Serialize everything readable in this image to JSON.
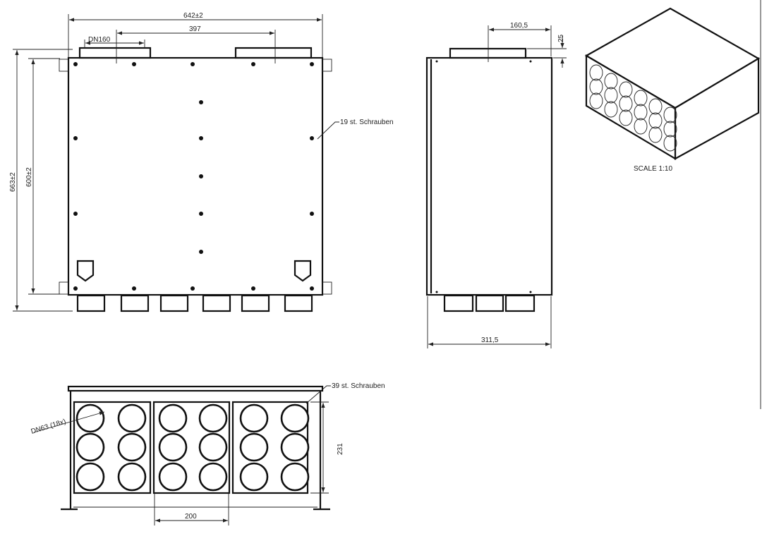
{
  "front_view": {
    "width_dim": "642±2",
    "spacing_dim": "397",
    "duct_dim": "DN160",
    "height_total_dim": "663±2",
    "height_body_dim": "600±2",
    "screw_note": "19 st. Schrauben"
  },
  "side_view": {
    "offset_dim": "160,5",
    "stub_height_dim": "25",
    "depth_dim": "311,5"
  },
  "bottom_view": {
    "pipe_note": "DN63 (18x)",
    "screw_note": "39 st. Schrauben",
    "panel_height_dim": "231",
    "panel_width_dim": "200"
  },
  "iso_view": {
    "scale_label": "SCALE  1:10"
  }
}
